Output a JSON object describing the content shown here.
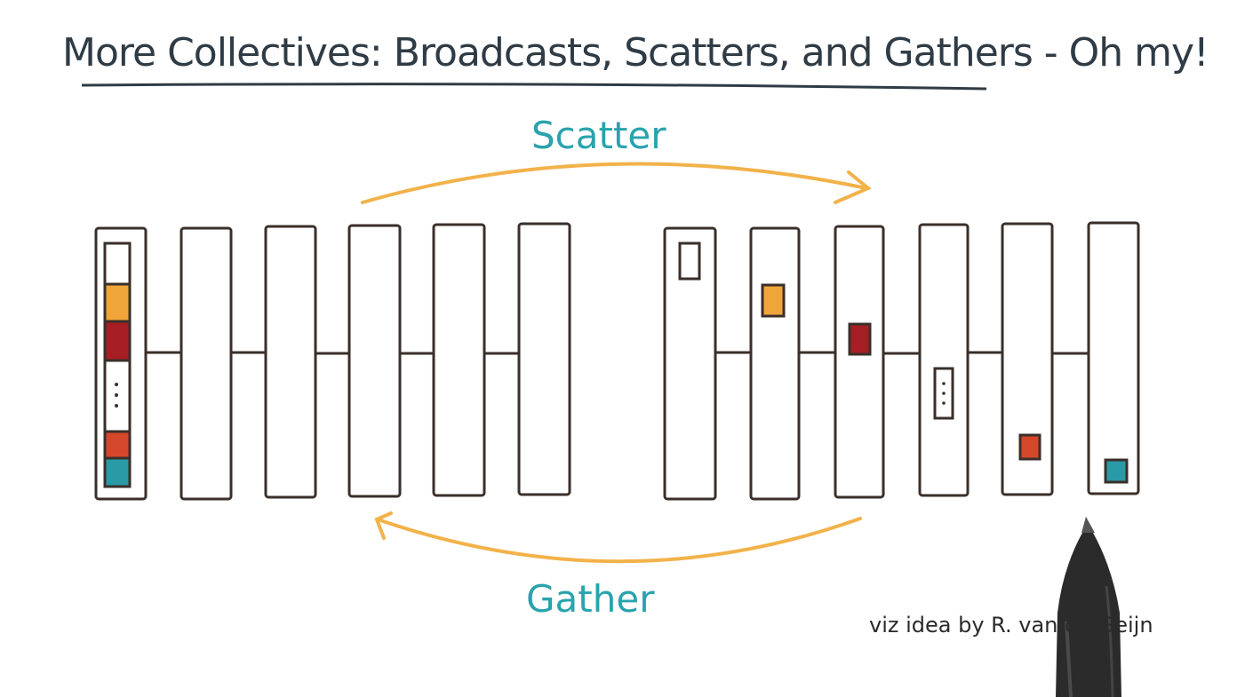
{
  "title": "More Collectives: Broadcasts, Scatters, and Gathers - Oh my!",
  "labels": {
    "scatter": "Scatter",
    "gather": "Gather"
  },
  "credit": "viz idea by R. van de Geijn",
  "colors": {
    "ink": "#3a2f2a",
    "arrow": "#f2b24a",
    "label": "#29a3ad",
    "blocks": [
      "#ffffff",
      "#f0a53a",
      "#a51f24",
      "#ffffff",
      "#d4472b",
      "#2a9aa6"
    ]
  },
  "left_group": {
    "node_count": 6,
    "stacked_blocks_in_first_node": 6,
    "ellipsis_block_index": 3
  },
  "right_group": {
    "node_count": 6,
    "ellipsis_block_index": 3
  },
  "icons": [
    "pen-stylus-icon"
  ]
}
